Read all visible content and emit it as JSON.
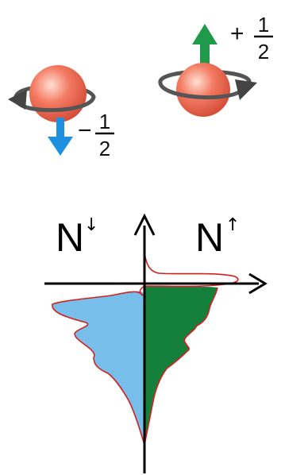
{
  "spins": {
    "down": {
      "sign": "−",
      "numerator": "1",
      "denominator": "2",
      "arrow_color": "#1e90e0",
      "arrow_icon": "arrow-down-icon"
    },
    "up": {
      "sign": "+",
      "numerator": "1",
      "denominator": "2",
      "arrow_color": "#1f9a4a",
      "arrow_icon": "arrow-up-icon"
    },
    "sphere_colors": {
      "highlight": "#ffe0d2",
      "mid": "#f47a62",
      "dark": "#d24a35"
    }
  },
  "dos": {
    "left_label_letter": "N",
    "left_label_arrow": "↓",
    "right_label_letter": "N",
    "right_label_arrow": "↑",
    "minority_fill": "#77bfea",
    "majority_fill": "#15803b",
    "outline_color": "#d41f1f"
  }
}
